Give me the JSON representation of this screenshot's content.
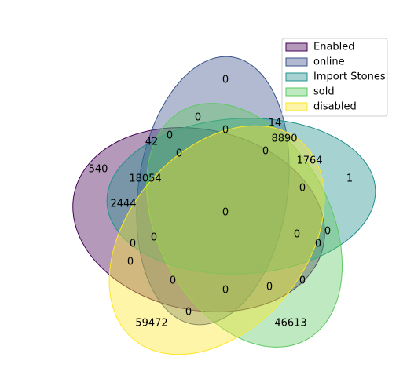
{
  "chart_data": {
    "type": "venn",
    "sets": [
      {
        "name": "Enabled",
        "color": "#440154"
      },
      {
        "name": "online",
        "color": "#3b528b"
      },
      {
        "name": "Import Stones",
        "color": "#21918c"
      },
      {
        "name": "sold",
        "color": "#5ec962"
      },
      {
        "name": "disabled",
        "color": "#fde725"
      }
    ],
    "legend_position": "top-right",
    "regions": [
      {
        "sets": [
          "online"
        ],
        "label": "0"
      },
      {
        "sets": [
          "online",
          "sold"
        ],
        "label": "0"
      },
      {
        "sets": [
          "online",
          "Import Stones"
        ],
        "label": "14"
      },
      {
        "sets": [
          "Enabled",
          "online"
        ],
        "label": "42"
      },
      {
        "sets": [
          "Enabled",
          "online",
          "sold"
        ],
        "label": "0"
      },
      {
        "sets": [
          "online",
          "Import Stones",
          "sold"
        ],
        "label": "0"
      },
      {
        "sets": [
          "online",
          "Import Stones",
          "sold",
          "disabled"
        ],
        "label": "8890"
      },
      {
        "sets": [
          "Enabled",
          "online",
          "Import Stones",
          "sold"
        ],
        "label": "0"
      },
      {
        "sets": [
          "online",
          "Import Stones",
          "disabled"
        ],
        "label": "0"
      },
      {
        "sets": [
          "Enabled"
        ],
        "label": "540"
      },
      {
        "sets": [
          "Enabled",
          "online",
          "Import Stones"
        ],
        "label": "18054"
      },
      {
        "sets": [
          "Import Stones",
          "disabled"
        ],
        "label": "1764"
      },
      {
        "sets": [
          "Import Stones"
        ],
        "label": "1"
      },
      {
        "sets": [
          "Import Stones",
          "sold",
          "disabled"
        ],
        "label": "0"
      },
      {
        "sets": [
          "Enabled",
          "Import Stones"
        ],
        "label": "2444"
      },
      {
        "sets": [
          "Enabled",
          "online",
          "Import Stones",
          "sold",
          "disabled"
        ],
        "label": "0"
      },
      {
        "sets": [
          "Enabled",
          "Import Stones",
          "disabled"
        ],
        "label": "0"
      },
      {
        "sets": [
          "Import Stones",
          "sold"
        ],
        "label": "0"
      },
      {
        "sets": [
          "Enabled",
          "Import Stones",
          "sold",
          "disabled"
        ],
        "label": "0"
      },
      {
        "sets": [
          "Enabled",
          "Import Stones",
          "sold"
        ],
        "label": "0"
      },
      {
        "sets": [
          "Enabled",
          "disabled"
        ],
        "label": "0"
      },
      {
        "sets": [
          "Enabled",
          "online",
          "disabled"
        ],
        "label": "0"
      },
      {
        "sets": [
          "Enabled",
          "sold",
          "disabled"
        ],
        "label": "0"
      },
      {
        "sets": [
          "Enabled",
          "sold"
        ],
        "label": "0"
      },
      {
        "sets": [
          "sold",
          "disabled"
        ],
        "label": "0"
      },
      {
        "sets": [
          "online",
          "sold",
          "disabled"
        ],
        "label": "0"
      },
      {
        "sets": [
          "online",
          "disabled"
        ],
        "label": "0"
      },
      {
        "sets": [
          "disabled"
        ],
        "label": "59472"
      },
      {
        "sets": [
          "sold"
        ],
        "label": "46613"
      }
    ]
  }
}
